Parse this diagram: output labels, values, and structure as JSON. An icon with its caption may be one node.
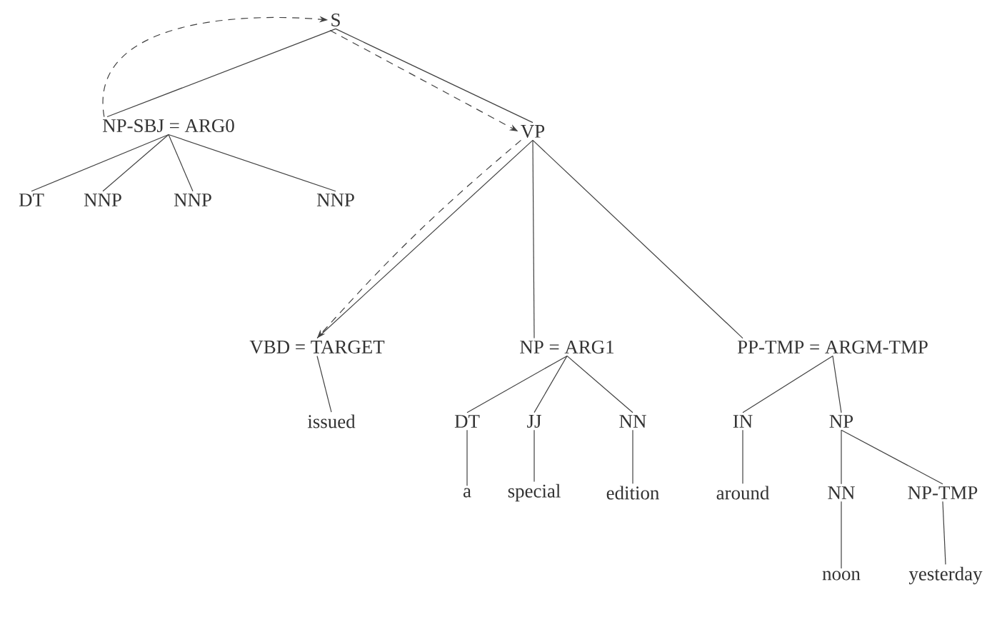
{
  "diagram": {
    "nodes": [
      {
        "text": [
          "S"
        ]
      },
      {
        "text": [
          "NP-SBJ = ARG0"
        ]
      },
      {
        "text": [
          "VP"
        ]
      },
      {
        "text": [
          "DT"
        ]
      },
      {
        "text": [
          "NNP"
        ]
      },
      {
        "text": [
          "NNP"
        ]
      },
      {
        "text": [
          "NNP"
        ]
      },
      {
        "text": [
          "VBD = TARGET"
        ]
      },
      {
        "text": [
          "NP = ARG1"
        ]
      },
      {
        "text": [
          "PP-TMP = ARGM-TMP"
        ]
      },
      {
        "text": [
          "issued"
        ]
      },
      {
        "text": [
          "DT"
        ]
      },
      {
        "text": [
          "JJ"
        ]
      },
      {
        "text": [
          "NN"
        ]
      },
      {
        "text": [
          "IN"
        ]
      },
      {
        "text": [
          "NP"
        ]
      },
      {
        "text": [
          "a"
        ]
      },
      {
        "text": [
          "special"
        ]
      },
      {
        "text": [
          "edition"
        ]
      },
      {
        "text": [
          "around"
        ]
      },
      {
        "text": [
          "NN"
        ]
      },
      {
        "text": [
          "NP-TMP"
        ]
      },
      {
        "text": [
          "noon"
        ]
      },
      {
        "text": [
          "yesterday"
        ]
      }
    ],
    "edges": [
      {
        "from": 0,
        "to": 1,
        "arrow": "none"
      },
      {
        "from": 0,
        "to": 2,
        "arrow": "none"
      },
      {
        "from": 1,
        "to": 3,
        "arrow": "none"
      },
      {
        "from": 1,
        "to": 4,
        "arrow": "none"
      },
      {
        "from": 1,
        "to": 5,
        "arrow": "none"
      },
      {
        "from": 1,
        "to": 6,
        "arrow": "none"
      },
      {
        "from": 2,
        "to": 7,
        "arrow": "none"
      },
      {
        "from": 2,
        "to": 8,
        "arrow": "none"
      },
      {
        "from": 2,
        "to": 9,
        "arrow": "none"
      },
      {
        "from": 7,
        "to": 10,
        "arrow": "none"
      },
      {
        "from": 8,
        "to": 11,
        "arrow": "none"
      },
      {
        "from": 8,
        "to": 12,
        "arrow": "none"
      },
      {
        "from": 8,
        "to": 13,
        "arrow": "none"
      },
      {
        "from": 9,
        "to": 14,
        "arrow": "none"
      },
      {
        "from": 9,
        "to": 15,
        "arrow": "none"
      },
      {
        "from": 11,
        "to": 16,
        "arrow": "none"
      },
      {
        "from": 12,
        "to": 17,
        "arrow": "none"
      },
      {
        "from": 13,
        "to": 18,
        "arrow": "none"
      },
      {
        "from": 14,
        "to": 19,
        "arrow": "none"
      },
      {
        "from": 15,
        "to": 20,
        "arrow": "none"
      },
      {
        "from": 15,
        "to": 21,
        "arrow": "none"
      },
      {
        "from": 20,
        "to": 22,
        "arrow": "none"
      },
      {
        "from": 21,
        "to": 23,
        "arrow": "none"
      },
      {
        "from": 1,
        "to": 0,
        "arrow": "to",
        "style": "dashed"
      },
      {
        "from": 0,
        "to": 2,
        "arrow": "to",
        "style": "dashed"
      },
      {
        "from": 2,
        "to": 7,
        "arrow": "to",
        "style": "dashed"
      }
    ]
  }
}
